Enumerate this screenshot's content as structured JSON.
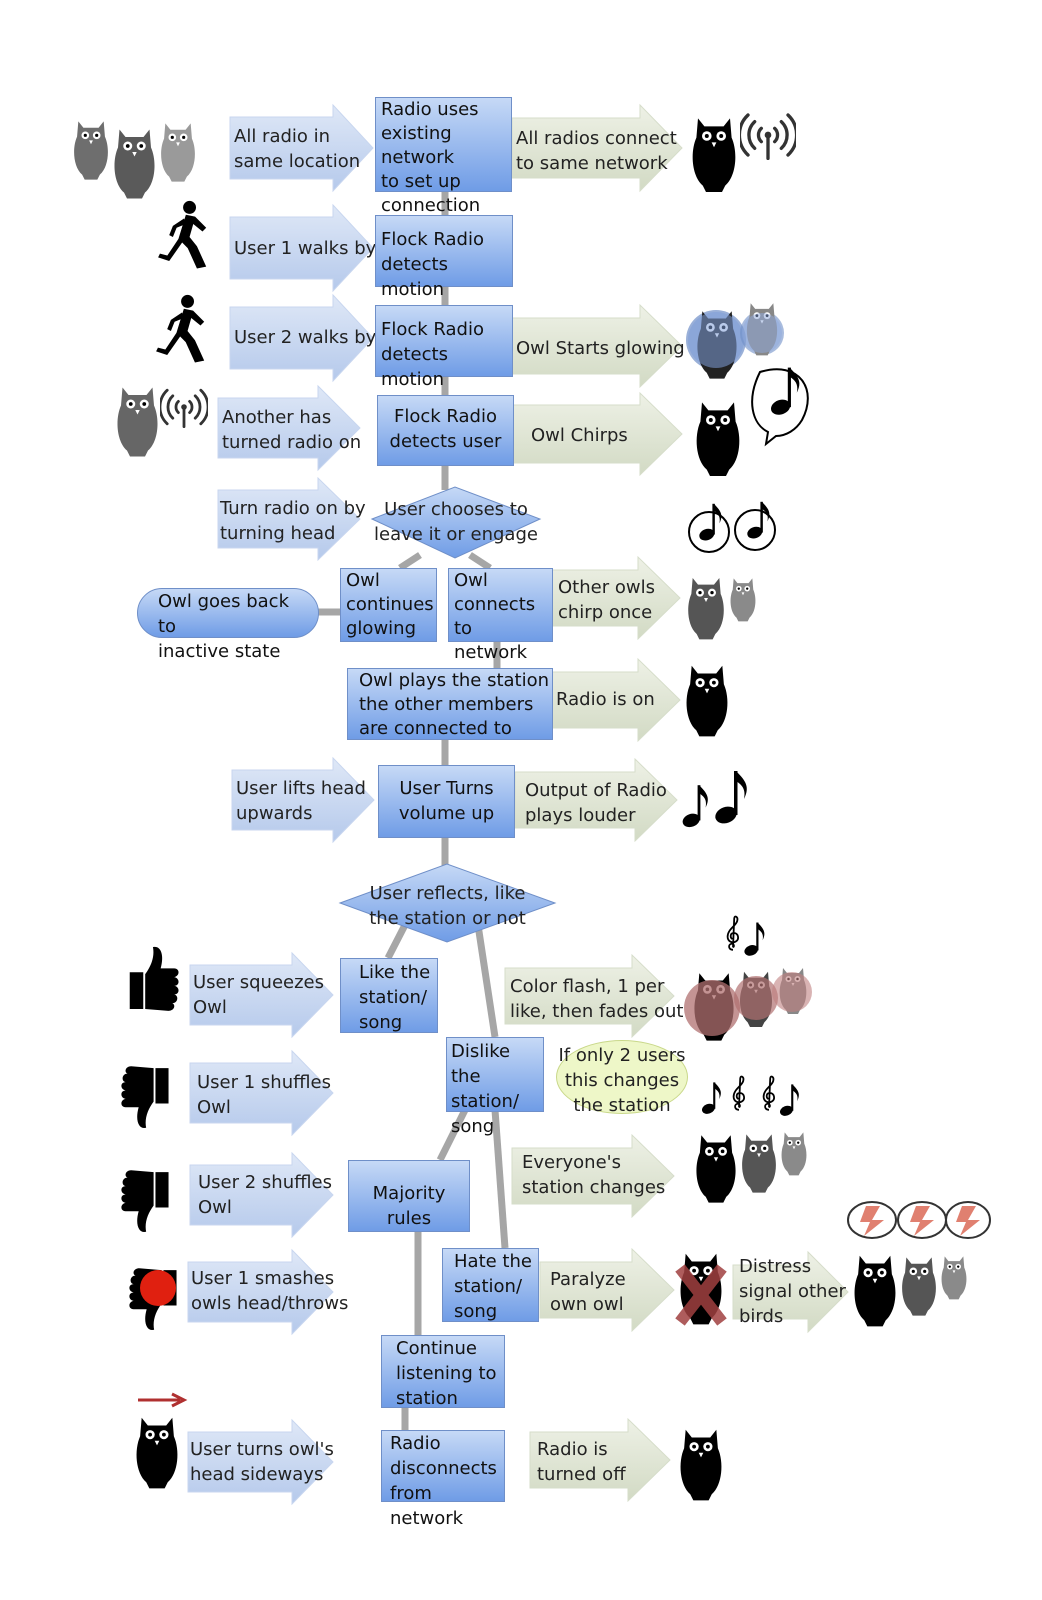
{
  "flow": {
    "radio_in_location": "All radio in\nsame location",
    "radio_uses_network": "Radio uses\nexisting network\nto set up\nconnection",
    "all_radios_connect": "All radios connect\nto same network",
    "user1_walks": "User 1 walks by",
    "flock_detects_motion_1": "Flock Radio\ndetects motion",
    "user2_walks": "User 2 walks by",
    "flock_detects_motion_2": "Flock Radio\ndetects motion",
    "owl_starts_glowing": "Owl Starts glowing",
    "another_turned_on": "Another has\nturned radio on",
    "flock_detects_user": "Flock Radio\ndetects user",
    "owl_chirps": "Owl Chirps",
    "turn_radio_on": "Turn radio on by\nturning head",
    "user_chooses": "User chooses to\nleave it or engage",
    "owl_back_inactive": "Owl goes back to\ninactive state",
    "owl_continues_glowing": "Owl\ncontinues\nglowing",
    "owl_connects": "Owl\nconnects to\nnetwork",
    "other_owls_chirp": "Other owls\nchirp once",
    "owl_plays_station": "Owl plays the station\nthe other members\nare connected to",
    "radio_is_on": "Radio is on",
    "user_lifts_head": "User lifts head\nupwards",
    "volume_up": "User Turns\nvolume up",
    "output_louder": "Output of Radio\nplays louder",
    "user_reflects": "User reflects, like\nthe station or not",
    "user_squeezes": "User squeezes\nOwl",
    "like_station": "Like the\nstation/\nsong",
    "color_flash": "Color flash, 1 per\nlike, then fades out",
    "dislike_station": "Dislike the\nstation/\nsong",
    "if_only_2": "If only 2 users\nthis changes\nthe station",
    "user1_shuffles": "User 1 shuffles\nOwl",
    "user2_shuffles": "User 2 shuffles\nOwl",
    "majority_rules": "Majority rules",
    "everyone_changes": "Everyone's\nstation changes",
    "user1_smashes": "User 1 smashes\nowls head/throws",
    "hate_station": "Hate the\nstation/\nsong",
    "paralyze_owl": "Paralyze\nown owl",
    "distress_signal": "Distress\nsignal other\nbirds",
    "continue_listening": "Continue\nlistening to\nstation",
    "user_turns_sideways": "User turns owl's\nhead sideways",
    "radio_disconnects": "Radio\ndisconnects\nfrom network",
    "radio_turned_off": "Radio is\nturned off"
  },
  "colors": {
    "box_top": "#c6d9f6",
    "box_bottom": "#6f9ce6",
    "arrow_blue": "#c2d3ef",
    "arrow_green": "#dbe2cf",
    "connector": "#a6a6a6",
    "owl_black": "#000000",
    "owl_dark": "#555555",
    "owl_gray": "#8a8a8a",
    "glow_blue": "#6f8fc8",
    "flash_pink": "#b07070",
    "smash_red": "#e02010",
    "sideways_arrow": "#b03030"
  },
  "icons": [
    "owl-icon",
    "wifi-icon",
    "walker-icon",
    "music-note-icon",
    "treble-clef-icon",
    "thumbs-up-icon",
    "thumbs-down-icon",
    "lightning-icon",
    "x-mark-icon"
  ]
}
